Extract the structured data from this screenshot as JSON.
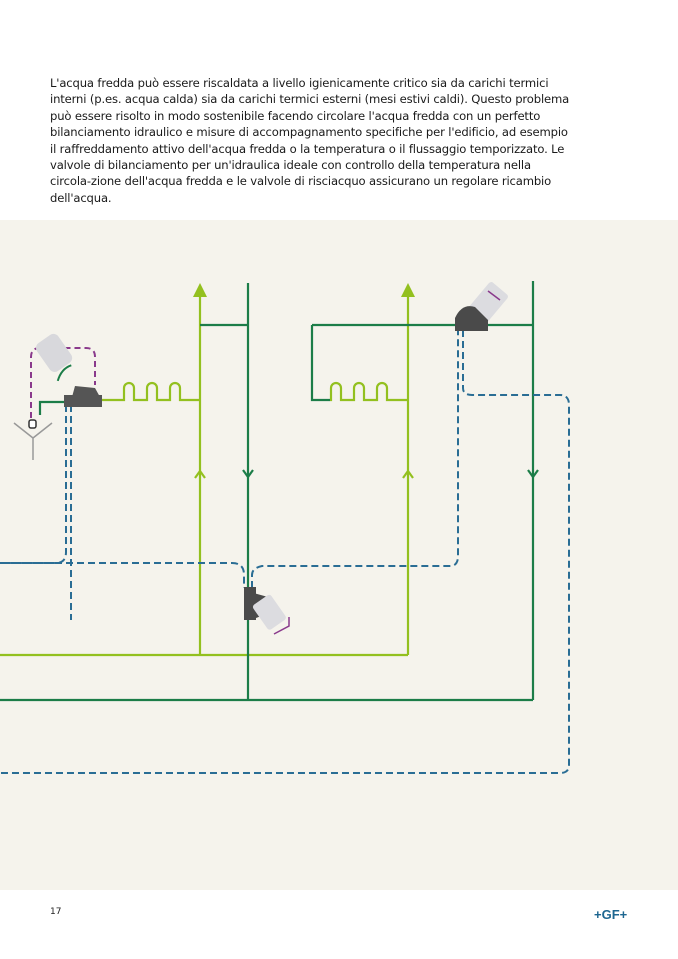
{
  "body_text": "L'acqua fredda può essere riscaldata a livello igienicamente critico sia da carichi termici interni (p.es. acqua calda) sia da carichi termici esterni (mesi estivi caldi). Questo problema può essere risolto in modo sostenibile facendo circolare l'acqua fredda con un perfetto bilanciamento idraulico e misure di accompagnamento specifiche per l'edificio, ad esempio il raffreddamento attivo dell'acqua fredda o la temperatura o il flussaggio temporizzato. Le valvole di bilanciamento per un'idraulica ideale con controllo della temperatura nella circola-zione dell'acqua fredda e le valvole di risciacquo assicurano un regolare ricambio dell'acqua.",
  "page_number": "17",
  "logo_text": "+GF+",
  "colors": {
    "supply_line": "#93c01f",
    "return_line": "#1c7d48",
    "circulation_dashed": "#2a6d94",
    "flush_dashed": "#8a3a8c",
    "background_panel": "#f5f3ec",
    "logo": "#1d6690"
  }
}
